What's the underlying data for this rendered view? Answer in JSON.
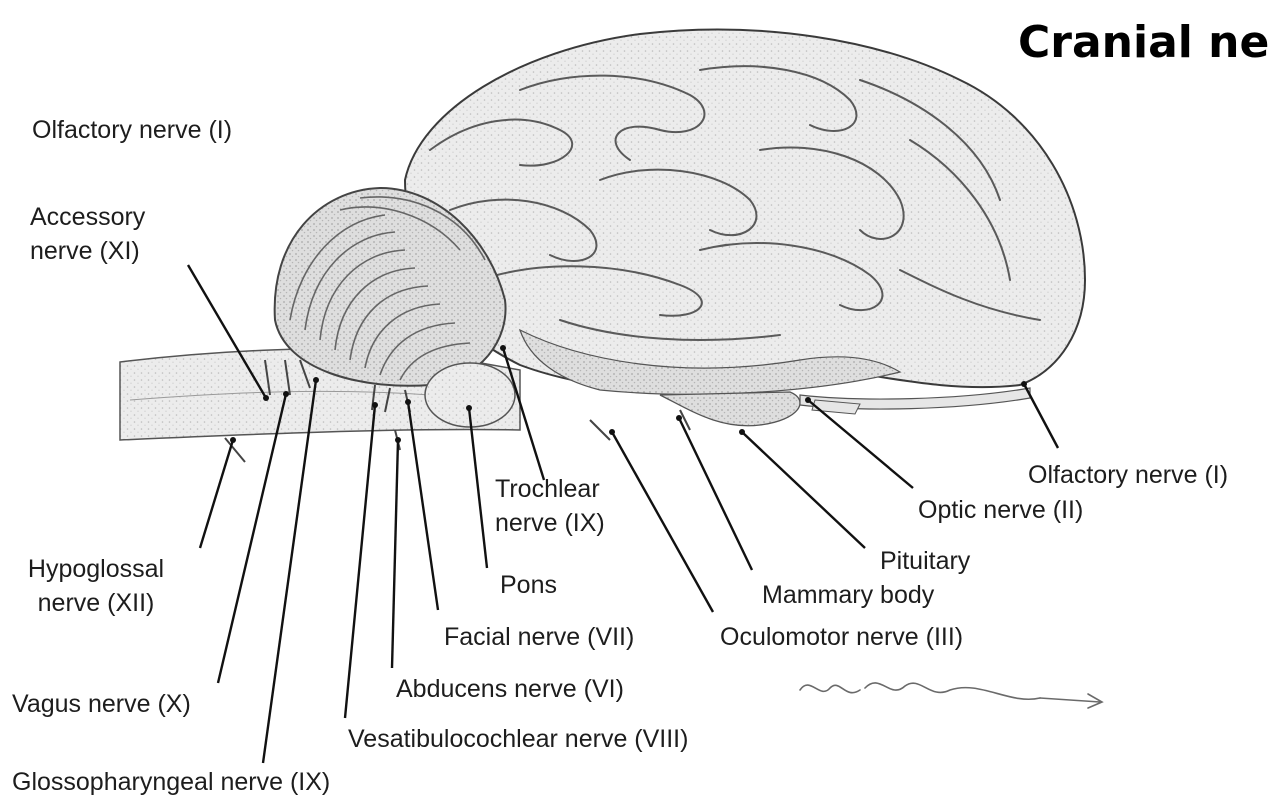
{
  "title": "Cranial ne",
  "colors": {
    "ink": "#1d1d1d",
    "brain_fill": "#e9e9e9",
    "brain_shade": "#cfcfcf",
    "stem_fill": "#efefef",
    "leader": "#111111"
  },
  "labels": {
    "olfactory_top": "Olfactory nerve (I)",
    "accessory_1": "Accessory",
    "accessory_2": "nerve (XI)",
    "hypoglossal_1": "Hypoglossal",
    "hypoglossal_2": "nerve (XII)",
    "vagus": "Vagus nerve (X)",
    "glossopharyngeal": "Glossopharyngeal nerve (IX)",
    "trochlear_1": "Trochlear",
    "trochlear_2": "nerve (IX)",
    "pons": "Pons",
    "facial": "Facial nerve (VII)",
    "abducens": "Abducens nerve (VI)",
    "vestibulocochlear": "Vesatibulocochlear nerve (VIII)",
    "oculomotor": "Oculomotor nerve (III)",
    "mammary_body": "Mammary body",
    "pituitary": "Pituitary",
    "optic": "Optic nerve (II)",
    "olfactory_right": "Olfactory nerve (I)"
  },
  "signature": "Bi Constantinescu"
}
